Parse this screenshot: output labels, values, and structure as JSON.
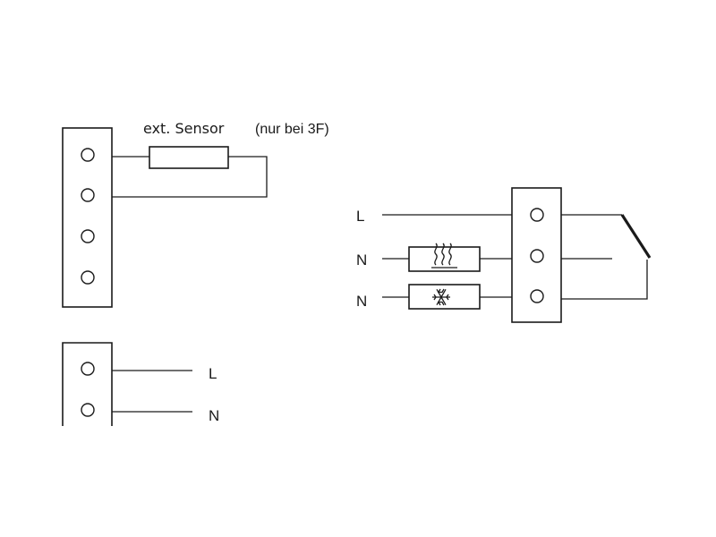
{
  "sensor_label": "ext. Sensor",
  "sensor_note": "(nur bei 3F)",
  "supply": {
    "l_label": "L",
    "n_label": "N"
  },
  "relay": {
    "l_label": "L",
    "n_heat_label": "N",
    "n_cool_label": "N"
  },
  "icons": {
    "heating": "heating-icon",
    "cooling": "snowflake-icon",
    "switch": "switch-icon"
  }
}
